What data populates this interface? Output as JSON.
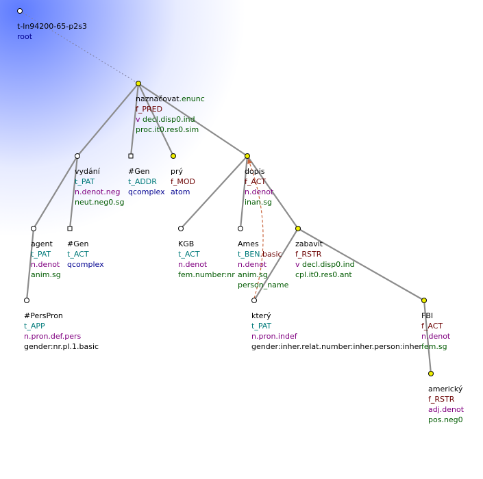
{
  "colors": {
    "edge": "#8c8c8c",
    "root_edge": "#8080a0",
    "coref_arrow": "#c8643c",
    "node_yellow": "#f0f000",
    "node_white": "#ffffff",
    "node_stroke": "#000000"
  },
  "nodes": [
    {
      "id": "root",
      "shape": "circle",
      "fill": "white",
      "lines": [
        {
          "text": "t-ln94200-65-p2s3",
          "c": "black"
        },
        {
          "text": "root",
          "c": "navy"
        }
      ]
    },
    {
      "id": "naznacovat",
      "shape": "circle",
      "fill": "yellow",
      "lines": [
        {
          "segs": [
            {
              "text": "naznačovat",
              "c": "black"
            },
            {
              "text": ".enunc",
              "c": "green"
            }
          ]
        },
        {
          "text": "f_PRED",
          "c": "red"
        },
        {
          "segs": [
            {
              "text": "v",
              "c": "purple"
            },
            {
              "text": " decl.disp0.ind",
              "c": "green"
            }
          ]
        },
        {
          "text": "proc.it0.res0.sim",
          "c": "green"
        }
      ]
    },
    {
      "id": "vydani",
      "shape": "circle",
      "fill": "white",
      "lines": [
        {
          "text": "vydání",
          "c": "black"
        },
        {
          "text": "t_PAT",
          "c": "teal"
        },
        {
          "text": "n.denot.neg",
          "c": "purple"
        },
        {
          "text": "neut.neg0.sg",
          "c": "green"
        }
      ]
    },
    {
      "id": "gen_addr",
      "shape": "square",
      "fill": "white",
      "lines": [
        {
          "text": "#Gen",
          "c": "black"
        },
        {
          "text": "t_ADDR",
          "c": "teal"
        },
        {
          "text": "qcomplex",
          "c": "navy"
        }
      ]
    },
    {
      "id": "pry",
      "shape": "circle",
      "fill": "yellow",
      "lines": [
        {
          "text": "prý",
          "c": "black"
        },
        {
          "text": "f_MOD",
          "c": "red"
        },
        {
          "text": "atom",
          "c": "navy"
        }
      ]
    },
    {
      "id": "dopis",
      "shape": "circle",
      "fill": "yellow",
      "lines": [
        {
          "text": "dopis",
          "c": "black"
        },
        {
          "text": "f_ACT",
          "c": "red"
        },
        {
          "text": "n.denot",
          "c": "purple"
        },
        {
          "text": "inan.sg",
          "c": "green"
        }
      ]
    },
    {
      "id": "agent",
      "shape": "circle",
      "fill": "white",
      "lines": [
        {
          "text": "agent",
          "c": "black"
        },
        {
          "text": "t_PAT",
          "c": "teal"
        },
        {
          "text": "n.denot",
          "c": "purple"
        },
        {
          "text": "anim.sg",
          "c": "green"
        }
      ]
    },
    {
      "id": "gen_act",
      "shape": "square",
      "fill": "white",
      "lines": [
        {
          "text": "#Gen",
          "c": "black"
        },
        {
          "text": "t_ACT",
          "c": "teal"
        },
        {
          "text": "qcomplex",
          "c": "navy"
        }
      ]
    },
    {
      "id": "kgb",
      "shape": "circle",
      "fill": "white",
      "lines": [
        {
          "text": "KGB",
          "c": "black"
        },
        {
          "text": "t_ACT",
          "c": "teal"
        },
        {
          "text": "n.denot",
          "c": "purple"
        },
        {
          "text": "fem.number:nr",
          "c": "green"
        }
      ]
    },
    {
      "id": "ames",
      "shape": "circle",
      "fill": "white",
      "lines": [
        {
          "text": "Ames",
          "c": "black"
        },
        {
          "segs": [
            {
              "text": "t_BEN",
              "c": "teal"
            },
            {
              "text": ".basic",
              "c": "red"
            }
          ]
        },
        {
          "text": "n.denot",
          "c": "purple"
        },
        {
          "text": "anim.sg",
          "c": "green"
        },
        {
          "text": "person_name",
          "c": "green"
        }
      ]
    },
    {
      "id": "zabavit",
      "shape": "circle",
      "fill": "yellow",
      "lines": [
        {
          "text": "zabavit",
          "c": "black"
        },
        {
          "text": "f_RSTR",
          "c": "red"
        },
        {
          "segs": [
            {
              "text": "v",
              "c": "purple"
            },
            {
              "text": " decl.disp0.ind",
              "c": "green"
            }
          ]
        },
        {
          "text": "cpl.it0.res0.ant",
          "c": "green"
        }
      ]
    },
    {
      "id": "perspron",
      "shape": "circle",
      "fill": "white",
      "lines": [
        {
          "text": "#PersPron",
          "c": "black"
        },
        {
          "text": "t_APP",
          "c": "teal"
        },
        {
          "text": "n.pron.def.pers",
          "c": "purple"
        },
        {
          "text": "gender:nr.pl.1.basic",
          "c": "black"
        }
      ]
    },
    {
      "id": "ktery",
      "shape": "circle",
      "fill": "white",
      "lines": [
        {
          "text": "který",
          "c": "black"
        },
        {
          "text": "t_PAT",
          "c": "teal"
        },
        {
          "text": "n.pron.indef",
          "c": "purple"
        },
        {
          "text": "gender:inher.relat.number:inher.person:inher",
          "c": "black"
        }
      ]
    },
    {
      "id": "fbi",
      "shape": "circle",
      "fill": "yellow",
      "lines": [
        {
          "text": "FBI",
          "c": "black"
        },
        {
          "text": "f_ACT",
          "c": "red"
        },
        {
          "text": "n.denot",
          "c": "purple"
        },
        {
          "text": "fem.sg",
          "c": "green"
        }
      ]
    },
    {
      "id": "americky",
      "shape": "circle",
      "fill": "yellow",
      "lines": [
        {
          "text": "americký",
          "c": "black"
        },
        {
          "text": "f_RSTR",
          "c": "red"
        },
        {
          "text": "adj.denot",
          "c": "purple"
        },
        {
          "text": "pos.neg0",
          "c": "green"
        }
      ]
    }
  ],
  "edges": [
    {
      "from": "root",
      "to": "naznacovat",
      "style": "dotted"
    },
    {
      "from": "naznacovat",
      "to": "vydani",
      "style": "solid"
    },
    {
      "from": "naznacovat",
      "to": "gen_addr",
      "style": "solid"
    },
    {
      "from": "naznacovat",
      "to": "pry",
      "style": "solid"
    },
    {
      "from": "naznacovat",
      "to": "dopis",
      "style": "solid"
    },
    {
      "from": "vydani",
      "to": "agent",
      "style": "solid"
    },
    {
      "from": "vydani",
      "to": "gen_act",
      "style": "solid"
    },
    {
      "from": "agent",
      "to": "perspron",
      "style": "solid"
    },
    {
      "from": "dopis",
      "to": "kgb",
      "style": "solid"
    },
    {
      "from": "dopis",
      "to": "ames",
      "style": "solid"
    },
    {
      "from": "dopis",
      "to": "zabavit",
      "style": "solid"
    },
    {
      "from": "zabavit",
      "to": "ktery",
      "style": "solid"
    },
    {
      "from": "zabavit",
      "to": "fbi",
      "style": "solid"
    },
    {
      "from": "fbi",
      "to": "americky",
      "style": "solid"
    }
  ],
  "coreference": [
    {
      "from": "ktery",
      "to": "dopis",
      "style": "dashed"
    }
  ]
}
